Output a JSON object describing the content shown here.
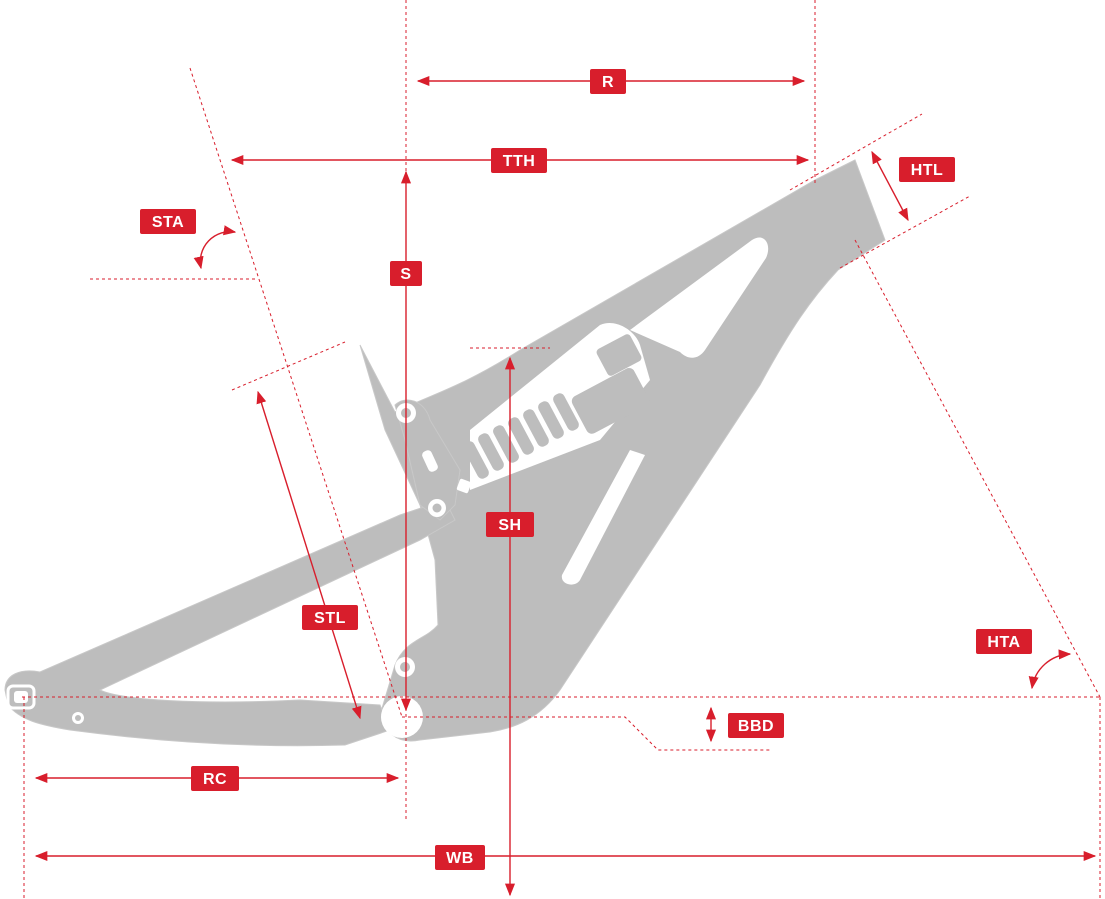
{
  "labels": {
    "reach": "R",
    "top_tube_horizontal": "TTH",
    "head_tube_length": "HTL",
    "seat_tube_angle": "STA",
    "stack": "S",
    "stand_over_height": "SH",
    "seat_tube_length": "STL",
    "head_tube_angle": "HTA",
    "bottom_bracket_drop": "BBD",
    "rear_center": "RC",
    "wheelbase": "WB"
  },
  "colors": {
    "accent": "#d81e2c",
    "frame": "#bdbdbd",
    "background": "#ffffff"
  }
}
